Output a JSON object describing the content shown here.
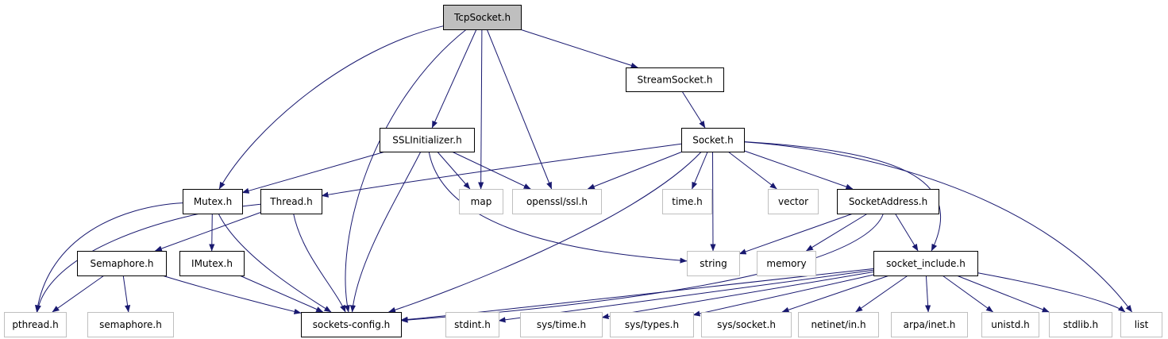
{
  "title": "TcpSocket.h",
  "colors": {
    "edge": "#191970",
    "main_node_fill": "#bfbfbf",
    "system_node_border": "#bfbfbf",
    "local_node_border": "#000000"
  },
  "nodes": [
    {
      "id": "tcpsocket",
      "label": "TcpSocket.h",
      "kind": "main"
    },
    {
      "id": "streamsocket",
      "label": "StreamSocket.h",
      "kind": "local"
    },
    {
      "id": "sslinitializer",
      "label": "SSLInitializer.h",
      "kind": "local"
    },
    {
      "id": "socket",
      "label": "Socket.h",
      "kind": "local"
    },
    {
      "id": "mutex",
      "label": "Mutex.h",
      "kind": "local"
    },
    {
      "id": "thread",
      "label": "Thread.h",
      "kind": "local"
    },
    {
      "id": "map",
      "label": "map",
      "kind": "system"
    },
    {
      "id": "openssl",
      "label": "openssl/ssl.h",
      "kind": "system"
    },
    {
      "id": "time",
      "label": "time.h",
      "kind": "system"
    },
    {
      "id": "vector",
      "label": "vector",
      "kind": "system"
    },
    {
      "id": "socketaddress",
      "label": "SocketAddress.h",
      "kind": "local"
    },
    {
      "id": "semaphore",
      "label": "Semaphore.h",
      "kind": "local"
    },
    {
      "id": "imutex",
      "label": "IMutex.h",
      "kind": "local"
    },
    {
      "id": "string",
      "label": "string",
      "kind": "system"
    },
    {
      "id": "memory",
      "label": "memory",
      "kind": "system"
    },
    {
      "id": "socketinclude",
      "label": "socket_include.h",
      "kind": "local"
    },
    {
      "id": "pthread",
      "label": "pthread.h",
      "kind": "system"
    },
    {
      "id": "semaphoreh",
      "label": "semaphore.h",
      "kind": "system"
    },
    {
      "id": "socketsconfig",
      "label": "sockets-config.h",
      "kind": "local"
    },
    {
      "id": "stdint",
      "label": "stdint.h",
      "kind": "system"
    },
    {
      "id": "systime",
      "label": "sys/time.h",
      "kind": "system"
    },
    {
      "id": "systypes",
      "label": "sys/types.h",
      "kind": "system"
    },
    {
      "id": "syssocket",
      "label": "sys/socket.h",
      "kind": "system"
    },
    {
      "id": "netinet",
      "label": "netinet/in.h",
      "kind": "system"
    },
    {
      "id": "arpainet",
      "label": "arpa/inet.h",
      "kind": "system"
    },
    {
      "id": "unistd",
      "label": "unistd.h",
      "kind": "system"
    },
    {
      "id": "stdlib",
      "label": "stdlib.h",
      "kind": "system"
    },
    {
      "id": "list",
      "label": "list",
      "kind": "system"
    }
  ],
  "edges": [
    [
      "tcpsocket",
      "streamsocket"
    ],
    [
      "tcpsocket",
      "sslinitializer"
    ],
    [
      "tcpsocket",
      "mutex"
    ],
    [
      "tcpsocket",
      "map"
    ],
    [
      "tcpsocket",
      "openssl"
    ],
    [
      "tcpsocket",
      "socketsconfig"
    ],
    [
      "streamsocket",
      "socket"
    ],
    [
      "sslinitializer",
      "mutex"
    ],
    [
      "sslinitializer",
      "map"
    ],
    [
      "sslinitializer",
      "openssl"
    ],
    [
      "sslinitializer",
      "string"
    ],
    [
      "sslinitializer",
      "socketsconfig"
    ],
    [
      "socket",
      "thread"
    ],
    [
      "socket",
      "openssl"
    ],
    [
      "socket",
      "time"
    ],
    [
      "socket",
      "vector"
    ],
    [
      "socket",
      "string"
    ],
    [
      "socket",
      "socketaddress"
    ],
    [
      "socket",
      "socketinclude"
    ],
    [
      "socket",
      "list"
    ],
    [
      "socket",
      "socketsconfig"
    ],
    [
      "mutex",
      "imutex"
    ],
    [
      "mutex",
      "pthread"
    ],
    [
      "mutex",
      "socketsconfig"
    ],
    [
      "thread",
      "semaphore"
    ],
    [
      "thread",
      "pthread"
    ],
    [
      "thread",
      "socketsconfig"
    ],
    [
      "semaphore",
      "pthread"
    ],
    [
      "semaphore",
      "semaphoreh"
    ],
    [
      "semaphore",
      "socketsconfig"
    ],
    [
      "imutex",
      "socketsconfig"
    ],
    [
      "socketaddress",
      "string"
    ],
    [
      "socketaddress",
      "memory"
    ],
    [
      "socketaddress",
      "socketinclude"
    ],
    [
      "socketaddress",
      "socketsconfig"
    ],
    [
      "socketinclude",
      "socketsconfig"
    ],
    [
      "socketinclude",
      "stdint"
    ],
    [
      "socketinclude",
      "systime"
    ],
    [
      "socketinclude",
      "systypes"
    ],
    [
      "socketinclude",
      "syssocket"
    ],
    [
      "socketinclude",
      "netinet"
    ],
    [
      "socketinclude",
      "arpainet"
    ],
    [
      "socketinclude",
      "unistd"
    ],
    [
      "socketinclude",
      "stdlib"
    ],
    [
      "socketinclude",
      "list"
    ]
  ]
}
